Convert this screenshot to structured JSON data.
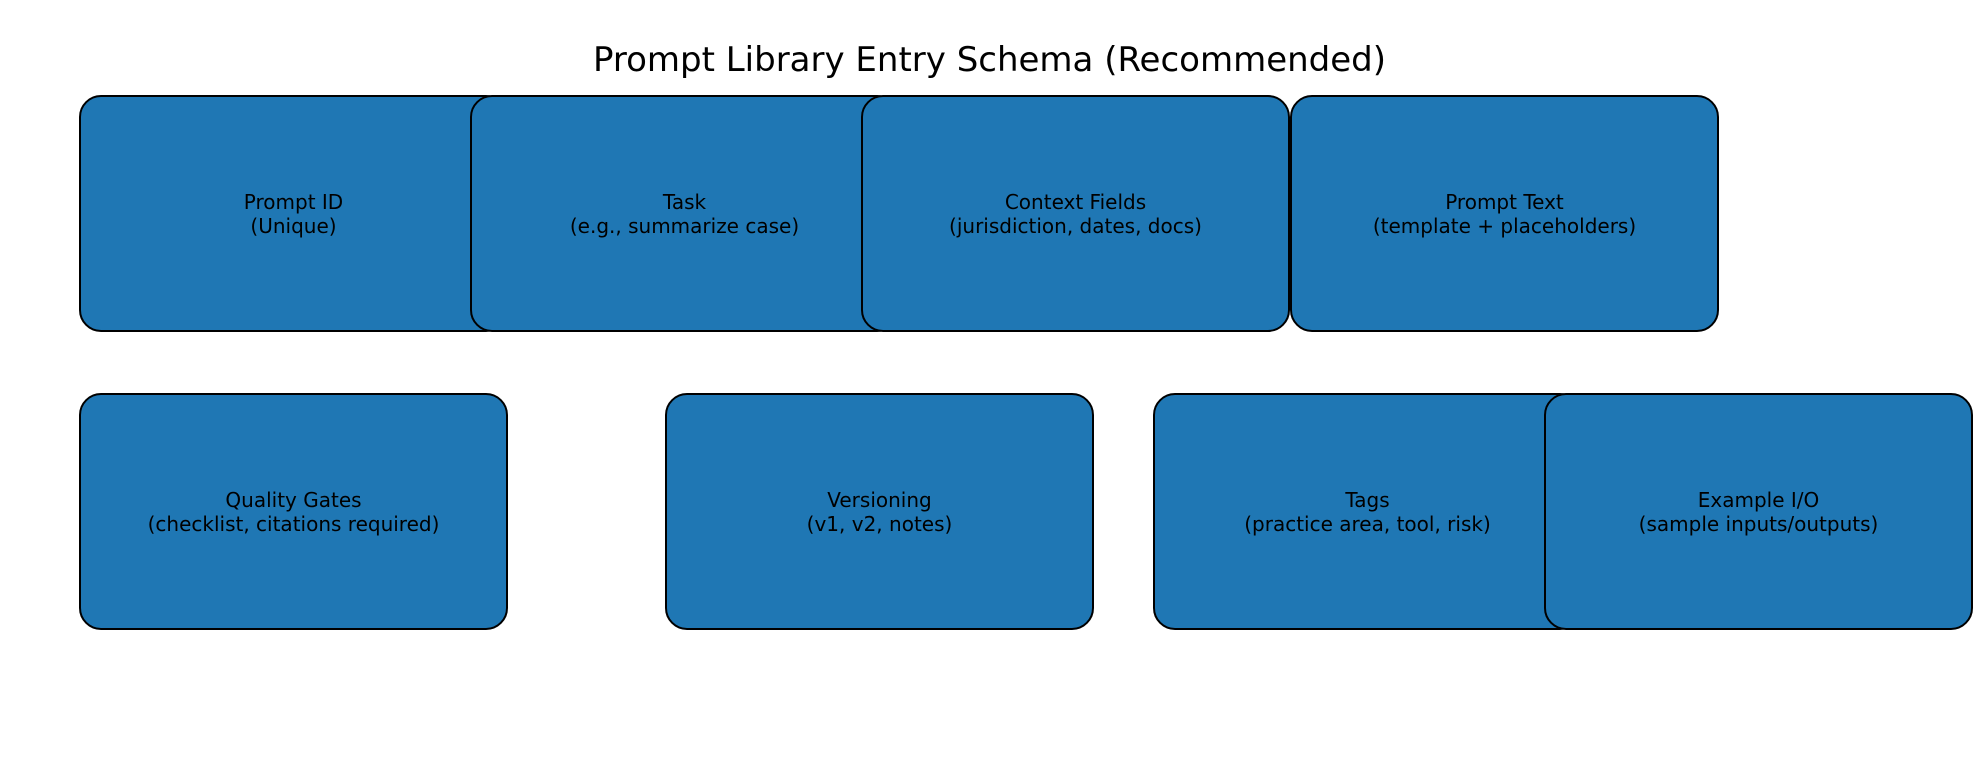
{
  "title": "Prompt Library Entry Schema (Recommended)",
  "box_color": "#1f77b4",
  "border_color": "#000000",
  "fields": [
    {
      "name": "Prompt ID",
      "detail": "(Unique)"
    },
    {
      "name": "Task",
      "detail": "(e.g., summarize case)"
    },
    {
      "name": "Context Fields",
      "detail": "(jurisdiction, dates, docs)"
    },
    {
      "name": "Prompt Text",
      "detail": "(template + placeholders)"
    },
    {
      "name": "Quality Gates",
      "detail": "(checklist, citations required)"
    },
    {
      "name": "Versioning",
      "detail": "(v1, v2, notes)"
    },
    {
      "name": "Tags",
      "detail": "(practice area, tool, risk)"
    },
    {
      "name": "Example I/O",
      "detail": "(sample inputs/outputs)"
    }
  ]
}
